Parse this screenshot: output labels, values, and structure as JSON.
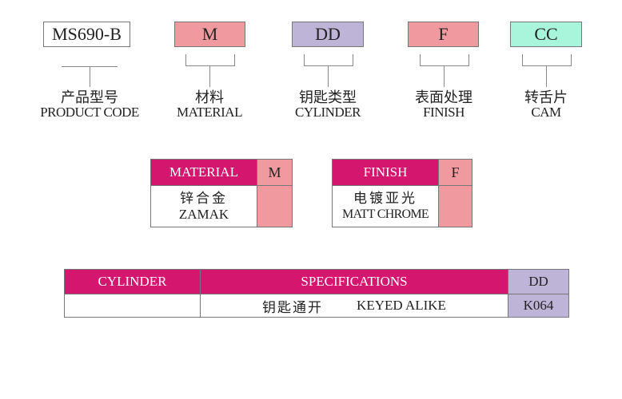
{
  "codes": {
    "product": "MS690-B",
    "material": "M",
    "cylinder": "DD",
    "finish": "F",
    "cam": "CC"
  },
  "labels": {
    "product": {
      "zh": "产品型号",
      "en": "PRODUCT CODE"
    },
    "material": {
      "zh": "材料",
      "en": "MATERIAL"
    },
    "cylinder": {
      "zh": "钥匙类型",
      "en": "CYLINDER"
    },
    "finish": {
      "zh": "表面处理",
      "en": "FINISH"
    },
    "cam": {
      "zh": "转舌片",
      "en": "CAM"
    }
  },
  "material_table": {
    "header": "MATERIAL",
    "code": "M",
    "zh": "锌合金",
    "en": "ZAMAK"
  },
  "finish_table": {
    "header": "FINISH",
    "code": "F",
    "zh": "电镀亚光",
    "en": "MATT CHROME"
  },
  "cylinder_table": {
    "header": "CYLINDER",
    "spec_header": "SPECIFICATIONS",
    "code_header": "DD",
    "spec_zh": "钥匙通开",
    "spec_en": "KEYED ALIKE",
    "code": "K064"
  },
  "colors": {
    "magenta": "#d5166f",
    "pink": "#f09aa0",
    "purple": "#bdb4d8",
    "green": "#a8f5dc"
  }
}
